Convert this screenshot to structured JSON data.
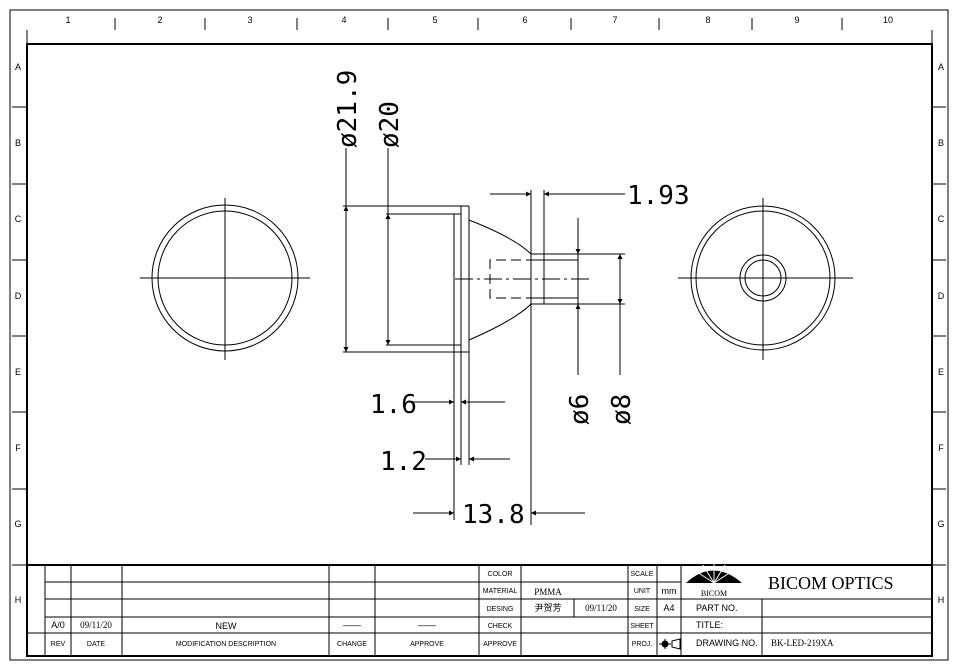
{
  "frame": {
    "columns": [
      "1",
      "2",
      "3",
      "4",
      "5",
      "6",
      "7",
      "8",
      "9",
      "10"
    ],
    "rows": [
      "A",
      "B",
      "C",
      "D",
      "E",
      "F",
      "G",
      "H"
    ]
  },
  "dimensions": {
    "d219": "ø21.9",
    "d20": "ø20",
    "d193": "1.93",
    "d16": "1.6",
    "d12": "1.2",
    "d138": "13.8",
    "d6": "ø6",
    "d8": "ø8"
  },
  "revision_table": {
    "rev": "A/0",
    "date": "09/11/20",
    "description": "NEW",
    "change": "——",
    "approve": "——",
    "headers": {
      "rev": "REV",
      "date": "DATE",
      "description": "MODIFICATION DESCRIPTION",
      "change": "CHANGE",
      "approve": "APPROVE"
    }
  },
  "title_block": {
    "color_label": "COLOR",
    "color_value": "",
    "material_label": "MATERIAL",
    "material_value": "PMMA",
    "design_label": "DESING",
    "designer": "尹贺芳",
    "design_date": "09/11/20",
    "check_label": "CHECK",
    "approve_label": "APPROVE",
    "scale_label": "SCALE",
    "unit_label": "UNIT",
    "unit_value": "mm",
    "size_label": "SIZE",
    "size_value": "A4",
    "sheet_label": "SHEET",
    "proj_label": "PROJ.",
    "logo_text": "BICOM",
    "company": "BICOM OPTICS",
    "part_no_label": "PART NO.",
    "title_label": "TITLE:",
    "drawing_no_label": "DRAWING NO.",
    "drawing_no": "BK-LED-219XA"
  }
}
